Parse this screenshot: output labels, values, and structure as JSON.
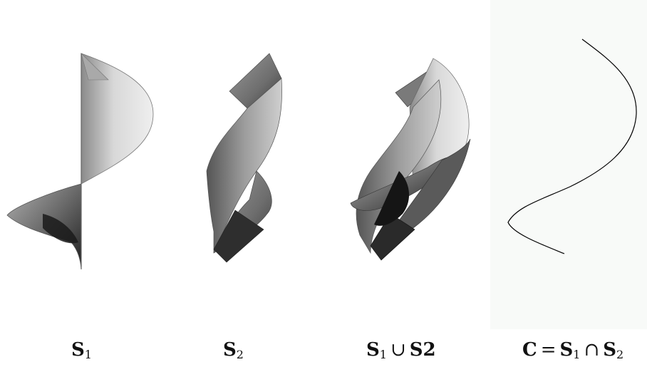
{
  "captions": {
    "s1": {
      "base": "S",
      "sub": "1"
    },
    "s2": {
      "base": "S",
      "sub": "2"
    },
    "union": {
      "a_base": "S",
      "a_sub": "1",
      "op": "∪",
      "b": "S2"
    },
    "curve": {
      "lhs": "C",
      "eq": "=",
      "a_base": "S",
      "a_sub": "1",
      "op": "∩",
      "b_base": "S",
      "b_sub": "2"
    }
  }
}
